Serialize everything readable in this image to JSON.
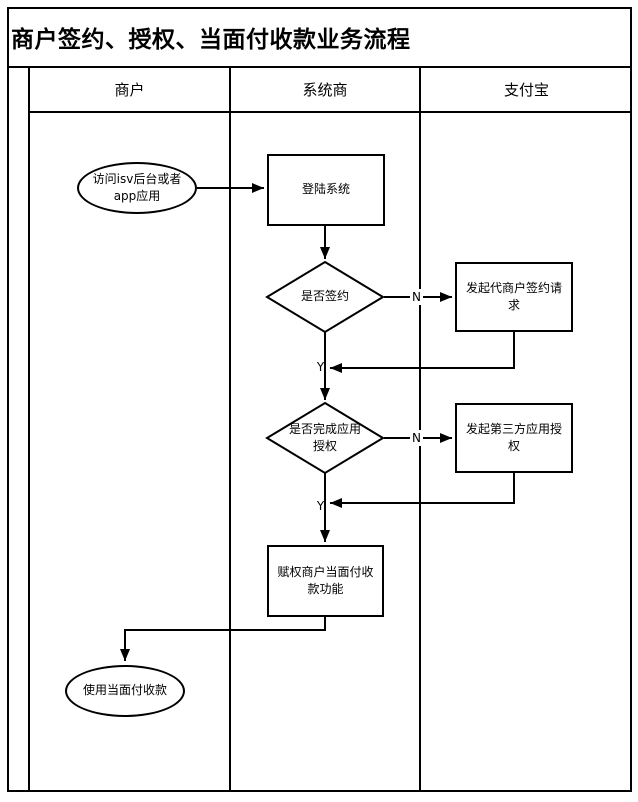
{
  "page": {
    "title": "商户签约、授权、当面付收款业务流程"
  },
  "lanes": [
    {
      "label": "商户"
    },
    {
      "label": "系统商"
    },
    {
      "label": "支付宝"
    }
  ],
  "nodes": {
    "visit": {
      "label": "访问isv后台或者\napp应用",
      "type": "terminator"
    },
    "login": {
      "label": "登陆系统",
      "type": "process"
    },
    "sign_decision": {
      "label": "是否签约",
      "type": "decision"
    },
    "sign_request": {
      "label": "发起代商户签约请\n求",
      "type": "process"
    },
    "auth_decision": {
      "label": "是否完成应用\n授权",
      "type": "decision"
    },
    "auth_request": {
      "label": "发起第三方应用授\n权",
      "type": "process"
    },
    "grant": {
      "label": "赋权商户当面付收\n款功能",
      "type": "process"
    },
    "use": {
      "label": "使用当面付收款",
      "type": "terminator"
    }
  },
  "branch_labels": {
    "sign_no": "N",
    "sign_yes": "Y",
    "auth_no": "N",
    "auth_yes": "Y"
  },
  "colors": {
    "line": "#000000",
    "background": "#ffffff"
  }
}
